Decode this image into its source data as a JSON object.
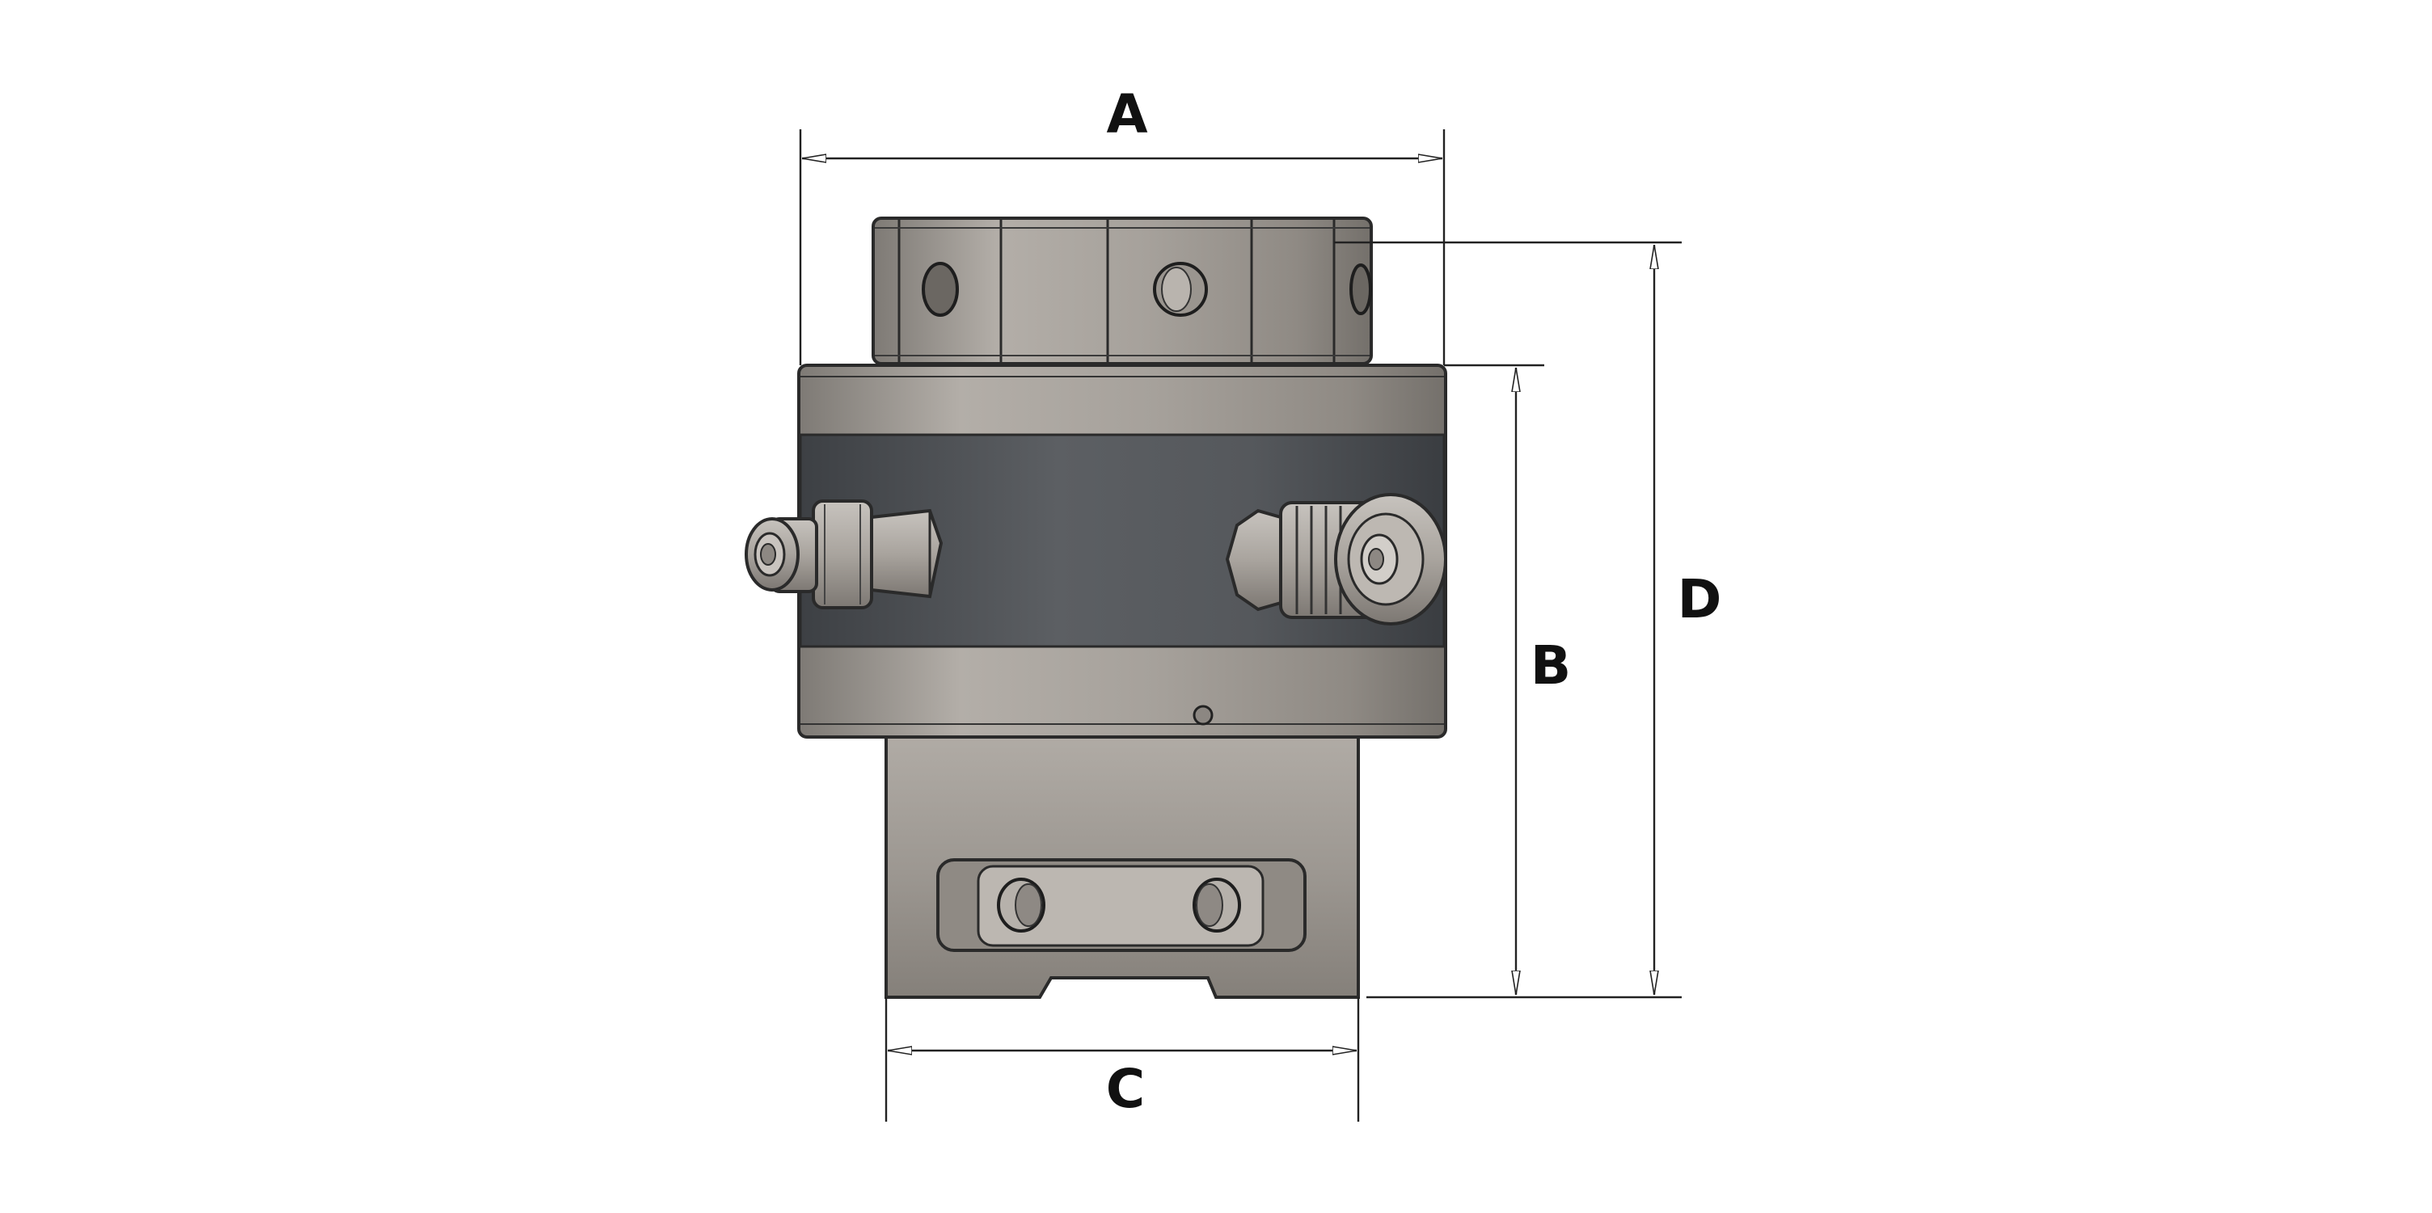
{
  "dimension_labels": {
    "width_overall": "A",
    "body_height": "B",
    "base_width": "C",
    "total_height": "D"
  },
  "colors": {
    "body_steel_light": "#a8a39d",
    "body_steel_mid": "#8f8a84",
    "body_band_dark": "#4a4d51",
    "outline": "#2a2a2a",
    "dimension_line": "#222222",
    "background": "#ffffff"
  },
  "components": {
    "top_nut": "hex-nut-with-pin-holes",
    "main_body": "cylinder-with-dark-band",
    "left_fitting": "hydraulic-male-coupler",
    "right_fitting": "hydraulic-female-coupler",
    "base_puller": "piston-skirt-with-bridge"
  }
}
